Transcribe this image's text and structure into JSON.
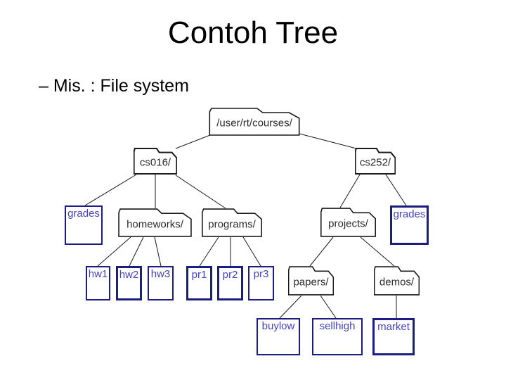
{
  "slide": {
    "title": "Contoh Tree",
    "bullet": "– Mis. : File system"
  },
  "colors": {
    "background": "#ffffff",
    "title_text": "#000000",
    "folder_border": "#1a1a1a",
    "folder_text": "#2b2b2b",
    "file_border": "#1c1c85",
    "file_text": "#4444bf",
    "edge_line": "#1a1a1a"
  },
  "tree": {
    "description": "File system tree diagram",
    "nodes": {
      "root": {
        "label": "/user/rt/courses/",
        "type": "folder"
      },
      "cs016": {
        "label": "cs016/",
        "type": "folder"
      },
      "cs252": {
        "label": "cs252/",
        "type": "folder"
      },
      "grades_left": {
        "label": "grades",
        "type": "file"
      },
      "homeworks": {
        "label": "homeworks/",
        "type": "folder"
      },
      "programs": {
        "label": "programs/",
        "type": "folder"
      },
      "projects": {
        "label": "projects/",
        "type": "folder"
      },
      "grades_right": {
        "label": "grades",
        "type": "file"
      },
      "hw1": {
        "label": "hw1",
        "type": "file"
      },
      "hw2": {
        "label": "hw2",
        "type": "file"
      },
      "hw3": {
        "label": "hw3",
        "type": "file"
      },
      "pr1": {
        "label": "pr1",
        "type": "file"
      },
      "pr2": {
        "label": "pr2",
        "type": "file"
      },
      "pr3": {
        "label": "pr3",
        "type": "file"
      },
      "papers": {
        "label": "papers/",
        "type": "folder"
      },
      "demos": {
        "label": "demos/",
        "type": "folder"
      },
      "buylow": {
        "label": "buylow",
        "type": "file"
      },
      "sellhigh": {
        "label": "sellhigh",
        "type": "file"
      },
      "market": {
        "label": "market",
        "type": "file"
      }
    },
    "edges": [
      [
        "root",
        "cs016"
      ],
      [
        "root",
        "cs252"
      ],
      [
        "cs016",
        "grades_left"
      ],
      [
        "cs016",
        "homeworks"
      ],
      [
        "cs016",
        "programs"
      ],
      [
        "cs252",
        "projects"
      ],
      [
        "cs252",
        "grades_right"
      ],
      [
        "homeworks",
        "hw1"
      ],
      [
        "homeworks",
        "hw2"
      ],
      [
        "homeworks",
        "hw3"
      ],
      [
        "programs",
        "pr1"
      ],
      [
        "programs",
        "pr2"
      ],
      [
        "programs",
        "pr3"
      ],
      [
        "projects",
        "papers"
      ],
      [
        "projects",
        "demos"
      ],
      [
        "papers",
        "buylow"
      ],
      [
        "papers",
        "sellhigh"
      ],
      [
        "demos",
        "market"
      ]
    ]
  }
}
